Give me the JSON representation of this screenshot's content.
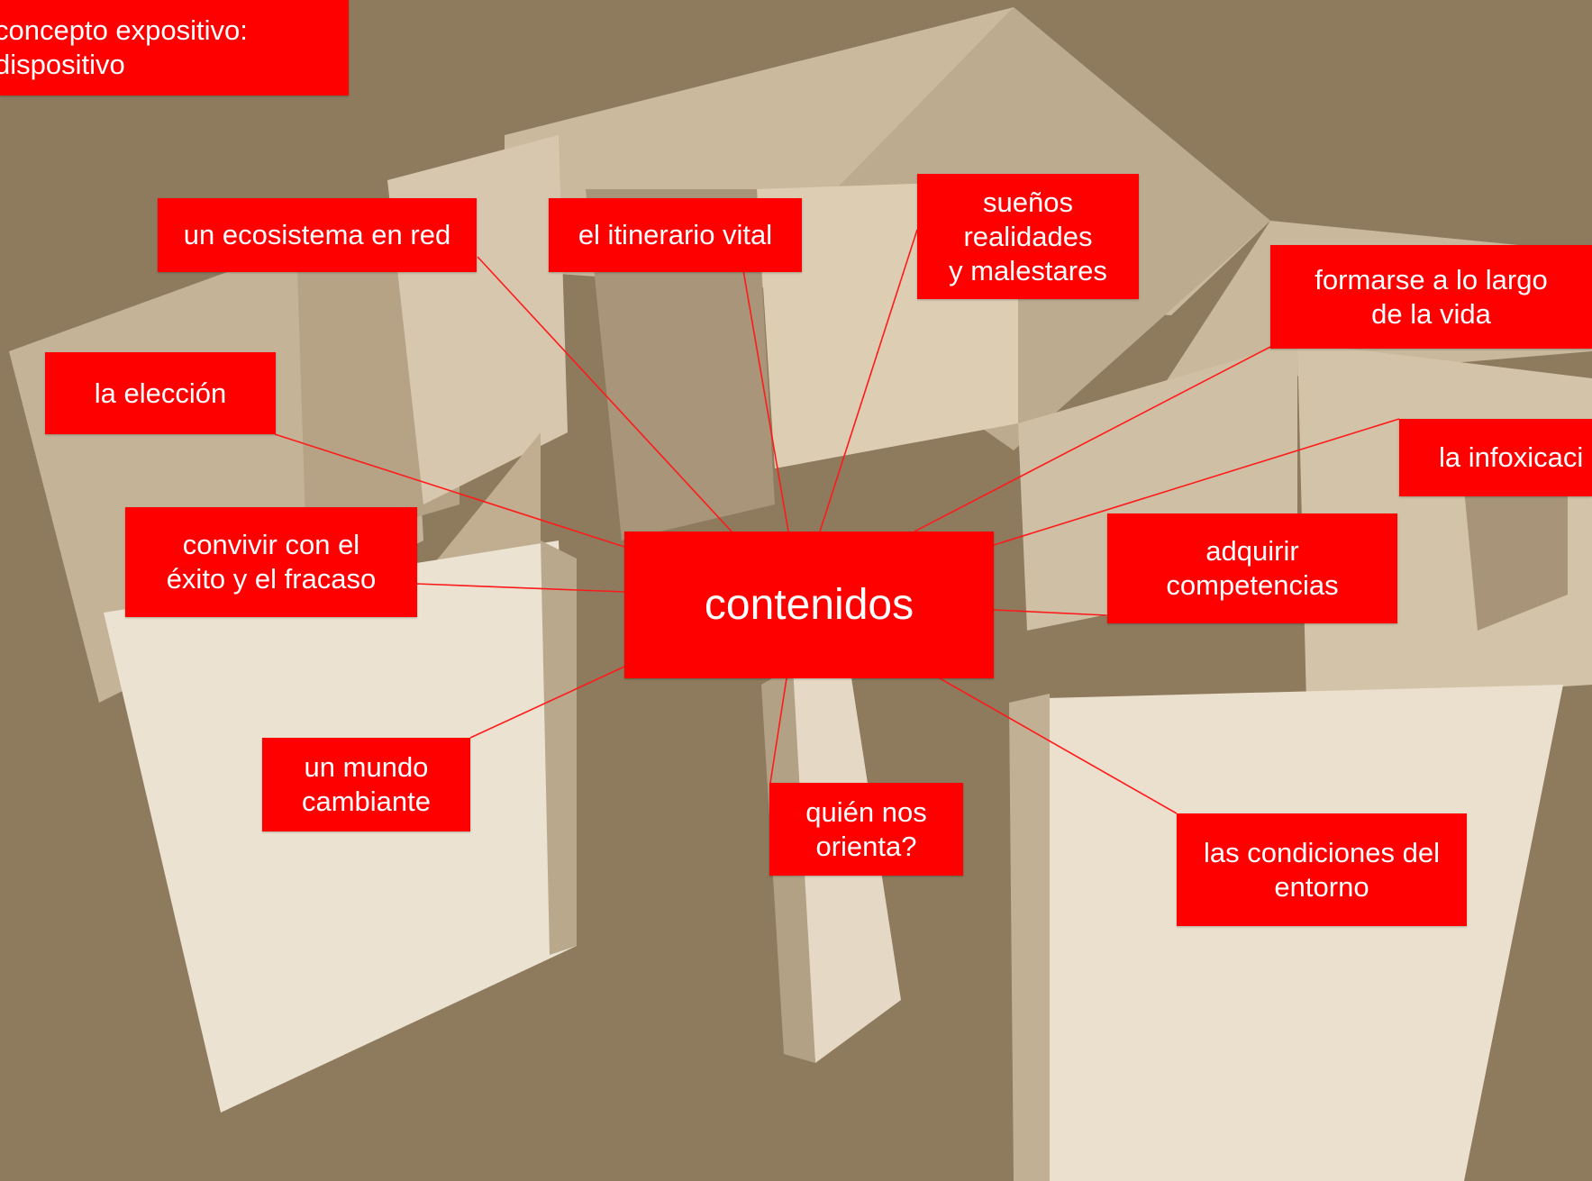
{
  "colors": {
    "background": "#8e7a5d",
    "label_fill": "#ff0000",
    "label_text": "#ffffff",
    "connector": "#ff1a1a",
    "panel_light": "#ece2d1",
    "panel_mid": "#d6c7ae",
    "panel_shadow": "#b9a88c"
  },
  "header": {
    "line1": "concepto expositivo:",
    "line2": "dispositivo"
  },
  "center": {
    "label": "contenidos"
  },
  "nodes": {
    "ecosistema": "un ecosistema en red",
    "itinerario": "el itinerario vital",
    "suenos": [
      "sueños",
      "realidades",
      "y malestares"
    ],
    "formarse": [
      "formarse a lo largo",
      "de la vida"
    ],
    "eleccion": "la elección",
    "infoxicacion": "la infoxicaci",
    "convivir": [
      "convivir con el",
      "éxito y el fracaso"
    ],
    "adquirir": [
      "adquirir",
      "competencias"
    ],
    "mundo": [
      "un mundo",
      "cambiante"
    ],
    "quien": [
      "quién nos",
      "orienta?"
    ],
    "condiciones": [
      "las condiciones del",
      "entorno"
    ]
  }
}
